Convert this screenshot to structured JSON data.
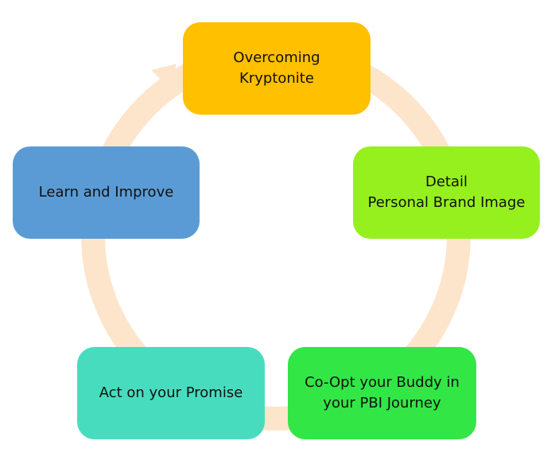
{
  "diagram": {
    "type": "cycle",
    "ring_color": "#fde5cc",
    "nodes": [
      {
        "id": "overcoming-kryptonite",
        "lines": [
          "Overcoming",
          "Kryptonite"
        ],
        "color": "#ffc000"
      },
      {
        "id": "detail-personal-brand-image",
        "lines": [
          "Detail",
          "Personal Brand Image"
        ],
        "color": "#96f01e"
      },
      {
        "id": "co-opt-buddy",
        "lines": [
          "Co-Opt your Buddy in",
          "your PBI Journey"
        ],
        "color": "#32e646"
      },
      {
        "id": "act-on-promise",
        "lines": [
          "Act on your Promise"
        ],
        "color": "#48dcbe"
      },
      {
        "id": "learn-and-improve",
        "lines": [
          "Learn and Improve"
        ],
        "color": "#5b9bd5"
      }
    ],
    "flow": "clockwise"
  }
}
